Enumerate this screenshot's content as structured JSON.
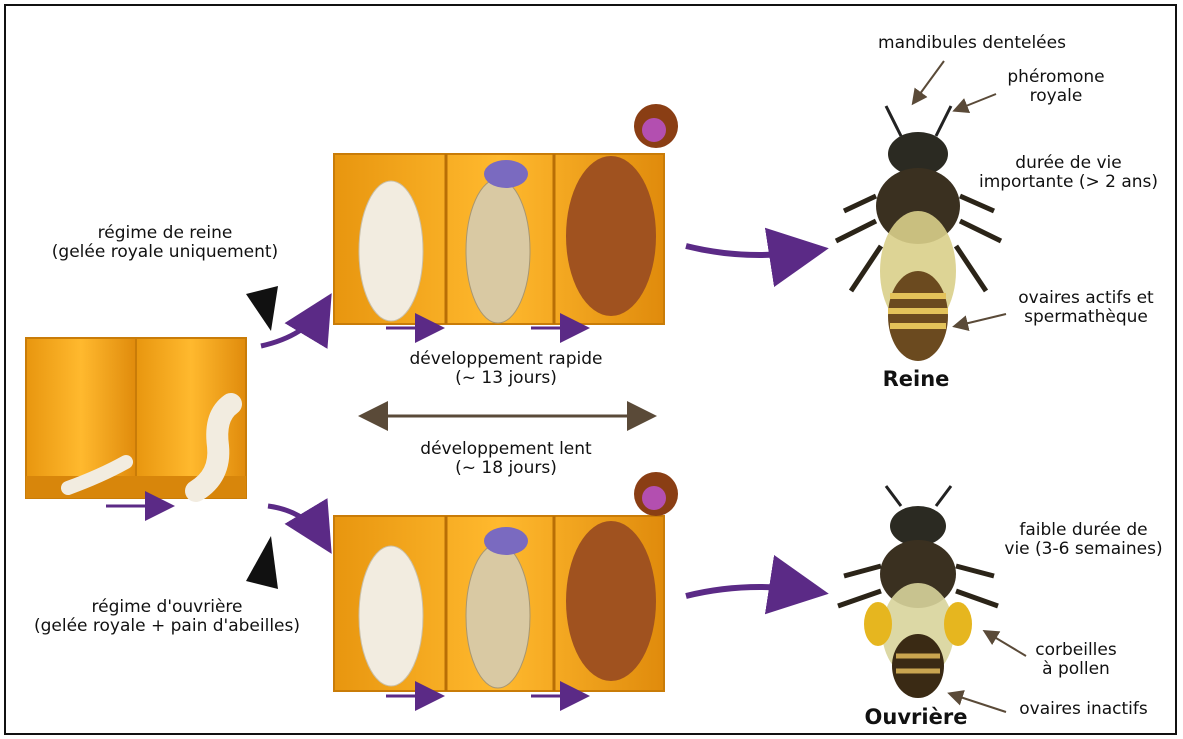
{
  "queen_diet": {
    "line1": "régime de reine",
    "line2": "(gelée royale uniquement)"
  },
  "worker_diet": {
    "line1": "régime d'ouvrière",
    "line2": "(gelée royale + pain d'abeilles)"
  },
  "fast_dev": {
    "line1": "développement rapide",
    "line2": "(~ 13 jours)"
  },
  "slow_dev": {
    "line1": "développement lent",
    "line2": "(~ 18 jours)"
  },
  "queen": {
    "title": "Reine",
    "mandibles": "mandibules dentelées",
    "pheromone": {
      "line1": "phéromone",
      "line2": "royale"
    },
    "lifespan": {
      "line1": "durée de vie",
      "line2": "importante (> 2 ans)"
    },
    "ovaries": {
      "line1": "ovaires actifs et",
      "line2": "spermathèque"
    }
  },
  "worker": {
    "title": "Ouvrière",
    "lifespan": {
      "line1": "faible durée de",
      "line2": "vie (3-6 semaines)"
    },
    "pollen": {
      "line1": "corbeilles",
      "line2": "à pollen"
    },
    "ovaries": "ovaires inactifs"
  },
  "colors": {
    "cell": "#f5a623",
    "cell_dark": "#d9860f",
    "arrow": "#5b2a86",
    "larva": "#f2ece0"
  }
}
